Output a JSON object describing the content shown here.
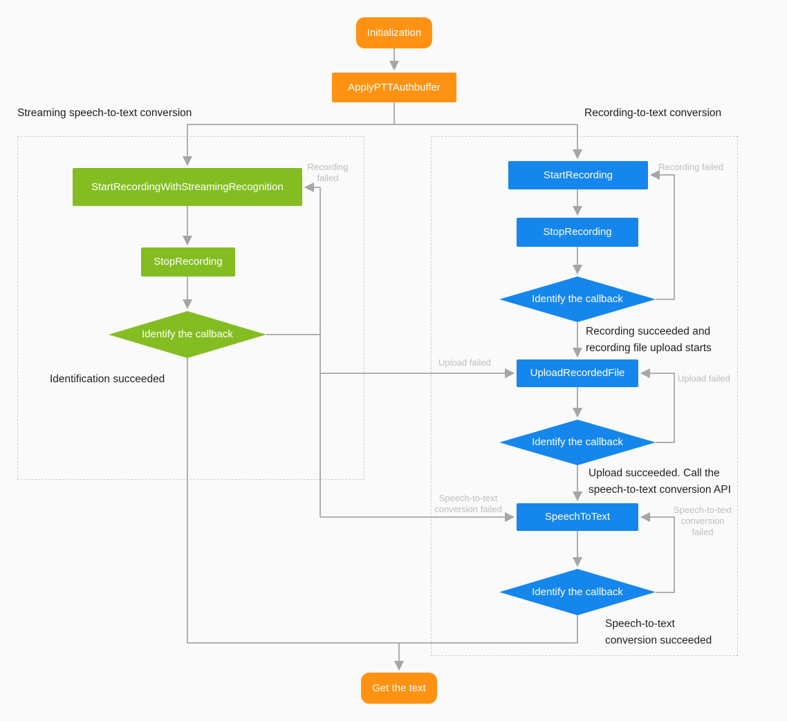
{
  "colors": {
    "background": "#FAFAFA",
    "orange": "#FF9212",
    "green": "#84BD22",
    "blue": "#1586EC",
    "line": "#A6A6A6",
    "muted_label": "#BDBDBD",
    "text": "#1F1F1F"
  },
  "flow": {
    "initialization": "Initialization",
    "apply_ptt_authbuffer": "ApplyPTTAuthbuffer",
    "get_the_text": "Get the text"
  },
  "streaming_section": {
    "title": "Streaming speech-to-text conversion",
    "start_recording_with_streaming_recognition": "StartRecordingWithStreamingRecognition",
    "stop_recording": "StopRecording",
    "identify_the_callback": "Identify the callback",
    "identification_succeeded": "Identification succeeded",
    "recording_failed": "Recording failed",
    "upload_failed": "Upload failed",
    "speech_to_text_conversion_failed": "Speech-to-text conversion failed"
  },
  "recording_section": {
    "title": "Recording-to-text conversion",
    "start_recording": "StartRecording",
    "stop_recording": "StopRecording",
    "identify_the_callback_recording": "Identify the callback",
    "recording_failed": "Recording failed",
    "recording_succeeded_note": "Recording succeeded and recording file upload starts",
    "upload_recorded_file": "UploadRecordedFile",
    "upload_failed": "Upload failed",
    "identify_the_callback_upload": "Identify the callback",
    "upload_succeeded_note": "Upload succeeded. Call the speech-to-text conversion API",
    "speech_to_text": "SpeechToText",
    "speech_to_text_conversion_failed": "Speech-to-text conversion failed",
    "identify_the_callback_stt": "Identify the callback",
    "stt_succeeded_note": "Speech-to-text conversion succeeded"
  }
}
